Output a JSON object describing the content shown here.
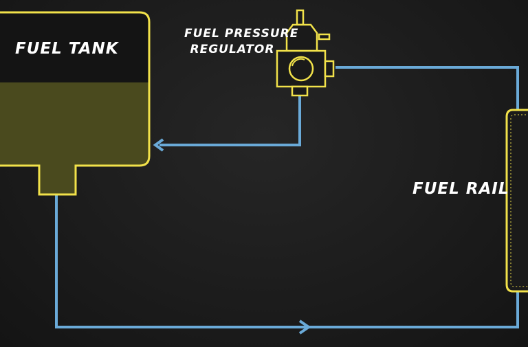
{
  "labels": {
    "fuel_tank": "FUEL TANK",
    "regulator_line1": "FUEL PRESSURE",
    "regulator_line2": "REGULATOR",
    "fuel_rail": "FUEL RAIL"
  },
  "colors": {
    "background": "#1c1c1c",
    "outline": "#f2e24a",
    "pipe": "#6aaad8",
    "fuel": "#4a4a1e",
    "tank_top": "#141414",
    "text": "#ffffff"
  },
  "icons": {
    "regulator_gauge": "gauge-circle-icon",
    "flow_arrow": "arrow-icon"
  }
}
